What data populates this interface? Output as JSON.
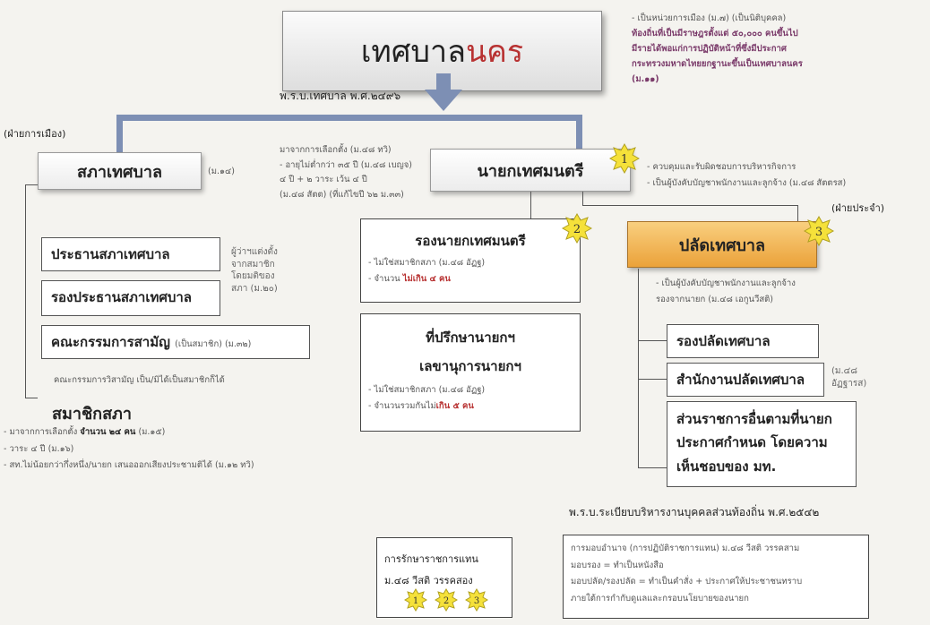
{
  "title": {
    "black": "เทศบาล",
    "red": "นคร"
  },
  "act_label": "พ.ร.บ.เทศบาล พ.ศ.๒๔๙๖",
  "top_note": {
    "line1": "- เป็นหน่วยการเมือง (ม.๗) (เป็นนิติบุคคล)",
    "line2": "ท้องถิ่นที่เป็นมีราษฎรตั้งแต่ ๕๐,๐๐๐ คนขึ้นไป",
    "line3": "มีรายได้พอแก่การปฏิบัติหน้าที่ซึ่งมีประกาศ",
    "line4": "กระทรวงมหาดไทยยกฐานะขึ้นเป็นเทศบาลนคร",
    "line5": "(ม.๑๑)"
  },
  "political_side": "(ฝ่ายการเมือง)",
  "regular_side": "(ฝ่ายประจำ)",
  "council": {
    "label": "สภาเทศบาล",
    "ref": "(ม.๑๔)"
  },
  "election_note": {
    "line1": "มาจากการเลือกตั้ง (ม.๔๘ ทวิ)",
    "line2": "- อายุไม่ต่ำกว่า ๓๕ ปี (ม.๔๘ เบญจ)",
    "line3": "๔ ปี + ๒ วาระ เว้น ๔ ปี",
    "line4": "(ม.๔๘ สัตต) (ที่แก้ไขปี ๖๒ ม.๓๓)"
  },
  "mayor": {
    "label": "นายกเทศมนตรี",
    "star": "1"
  },
  "mayor_note": {
    "line1": "- ควบคุมและรับผิดชอบการบริหารกิจการ",
    "line2": "- เป็นผู้บังคับบัญชาพนักงานและลูกจ้าง (ม.๔๘ สัตตรส)"
  },
  "council_members": {
    "president": "ประธานสภาเทศบาล",
    "vice": "รองประธานสภาเทศบาล",
    "side_note": {
      "l1": "ผู้ว่าฯแต่งตั้ง",
      "l2": "จากสมาชิก",
      "l3": "โดยมติของ",
      "l4": "สภา (ม.๒๐)"
    },
    "committee": "คณะกรรมการสามัญ",
    "committee_ref": "(เป็นสมาชิก) (ม.๓๒)",
    "committee_note": "คณะกรรมการวิสามัญ เป็น/มิได้เป็นสมาชิกก็ได้"
  },
  "deputy_mayor": {
    "label": "รองนายกเทศมนตรี",
    "star": "2",
    "note1": "- ไม่ใช่สมาชิกสภา (ม.๔๘ อัฏฐ)",
    "note2_prefix": "- จำนวน",
    "note2_red": "ไม่เกิน ๔ คน"
  },
  "advisors": {
    "line1": "ที่ปรึกษานายกฯ",
    "line2": "เลขานุการนายกฯ",
    "note1": "- ไม่ใช่สมาชิกสภา (ม.๔๘ อัฏฐ)",
    "note2_prefix": "- จำนวนรวมกันไม่",
    "note2_red": "เกิน ๕ คน"
  },
  "clerk": {
    "label": "ปลัดเทศบาล",
    "star": "3",
    "note1": "- เป็นผู้บังคับบัญชาพนักงานและลูกจ้าง",
    "note2": "รองจากนายก (ม.๔๘ เอกูนวีสติ)"
  },
  "clerk_items": {
    "deputy": "รองปลัดเทศบาล",
    "office": "สำนักงานปลัดเทศบาล",
    "office_ref1": "(ม.๔๘",
    "office_ref2": "อัฏฐารส)",
    "other1": "ส่วนราชการอื่นตามที่นายก",
    "other2": "ประกาศกำหนด โดยความ",
    "other3": "เห็นชอบของ มท."
  },
  "members": {
    "label": "สมาชิกสภา",
    "n1_prefix": "- มาจากการเลือกตั้ง",
    "n1_red": "จำนวน ๒๔ คน",
    "n1_suffix": "(ม.๑๕)",
    "n2": "- วาระ ๔ ปี (ม.๑๖)",
    "n3": "- สท.ไม่น้อยกว่ากึ่งหนึ่ง/นายก เสนอออกเสียงประชามติได้ (ม.๑๒ ทวิ)"
  },
  "personnel_act": "พ.ร.บ.ระเบียบบริหารงานบุคคลส่วนท้องถิ่น พ.ศ.๒๕๔๒",
  "acting": {
    "line1": "การรักษาราชการแทน",
    "line2": "ม.๔๘ วีสติ วรรคสอง",
    "stars": [
      "1",
      "2",
      "3"
    ]
  },
  "delegation": {
    "line1": "การมอบอำนาจ (การปฏิบัติราชการแทน) ม.๔๘ วีสติ วรรคสาม",
    "line2": "มอบรอง = ทำเป็นหนังสือ",
    "line3": "มอบปลัด/รองปลัด = ทำเป็นคำสั่ง + ประกาศให้ประชาชนทราบ",
    "line4": "ภายใต้การกำกับดูแลและกรอบนโยบายของนายก"
  },
  "colors": {
    "accent_red": "#b83232",
    "clerk_fill": "#f0b04a",
    "star_fill": "#f5e13a",
    "arrow_blue": "#7d8fb4"
  }
}
